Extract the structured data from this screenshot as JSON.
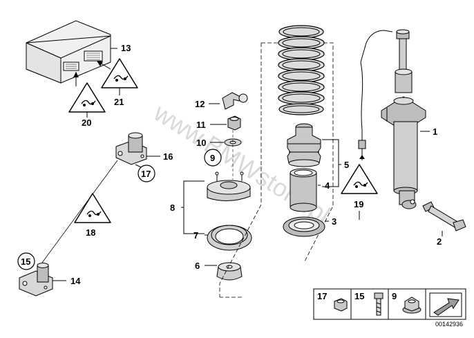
{
  "diagram": {
    "watermark": "www.BMWstore.pl",
    "reference_number": "00142936",
    "callouts": {
      "n1": "1",
      "n2": "2",
      "n3": "3",
      "n4": "4",
      "n5": "5",
      "n6": "6",
      "n7": "7",
      "n8": "8",
      "n9": "9",
      "n10": "10",
      "n11": "11",
      "n12": "12",
      "n13": "13",
      "n14": "14",
      "n15": "15",
      "n16": "16",
      "n17": "17",
      "n18": "18",
      "n19": "19",
      "n20": "20",
      "n21": "21"
    },
    "legend": {
      "item_17": "17",
      "item_15": "15",
      "item_9": "9"
    }
  }
}
